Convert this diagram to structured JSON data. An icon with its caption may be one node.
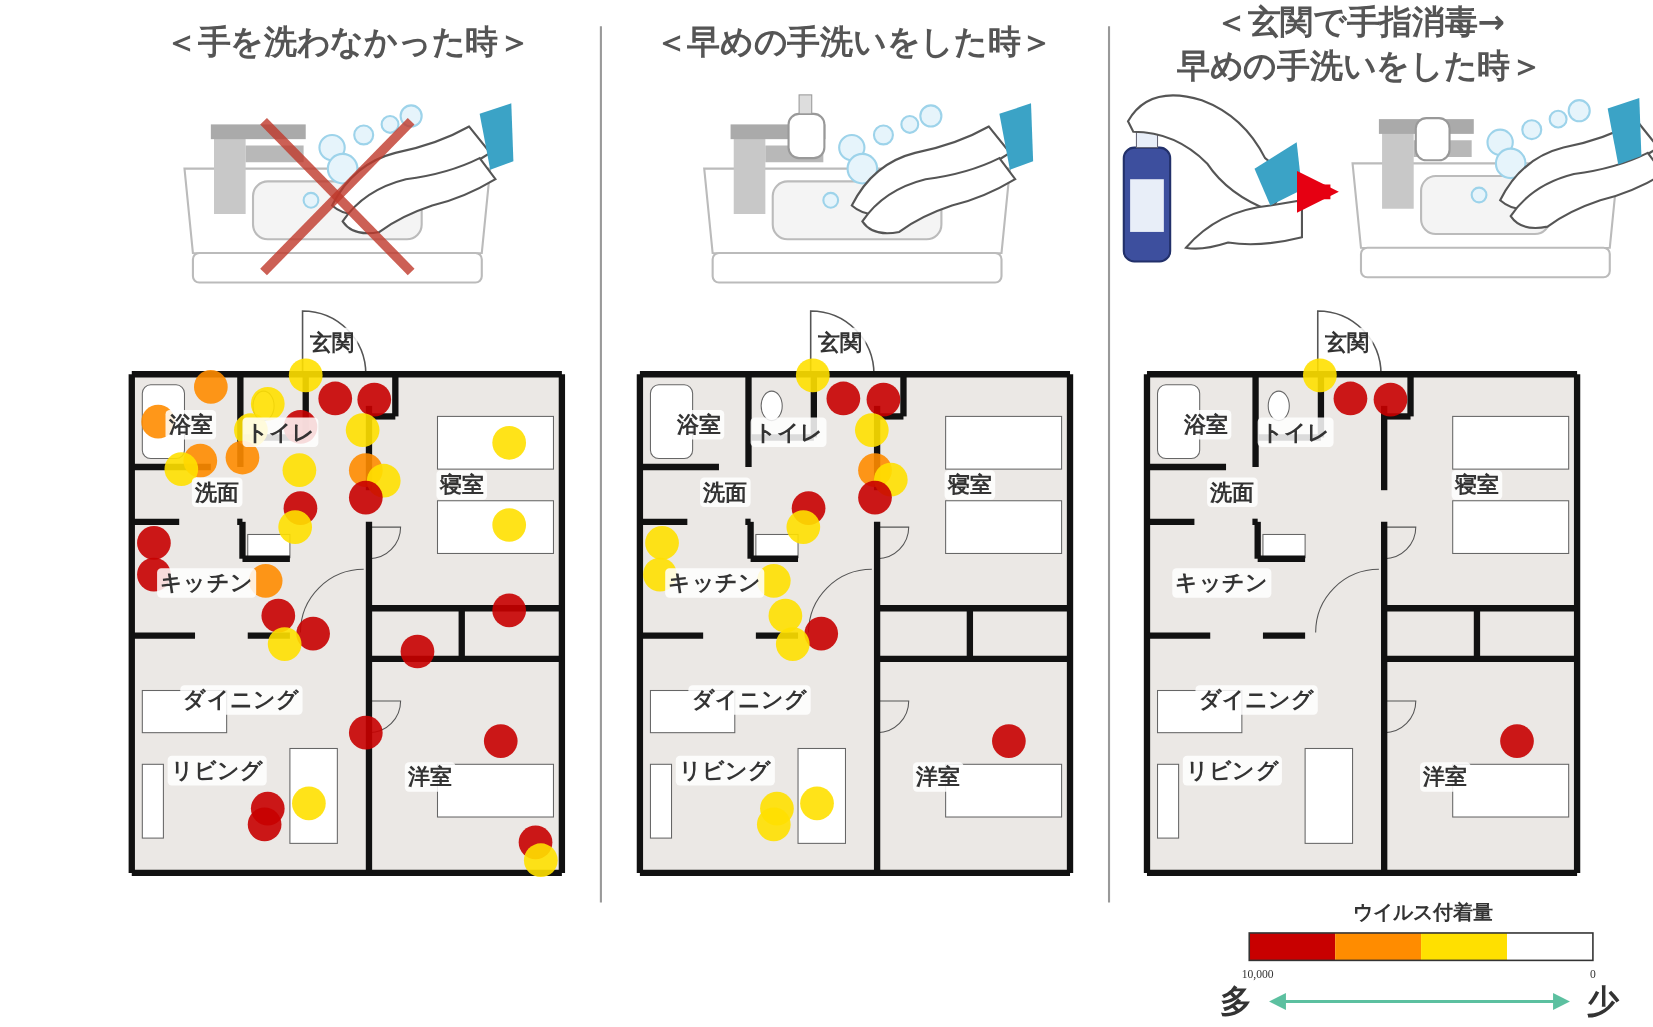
{
  "diagram": {
    "nodes": [
      {
        "text": [],
        "shape": "picture"
      },
      {
        "text": [],
        "shape": "picture"
      },
      {
        "text": [
          "多"
        ]
      },
      {
        "text": [
          "少"
        ]
      }
    ],
    "edges": [
      {
        "from": 0,
        "to": 1,
        "arrow": "to",
        "style": "thick",
        "color": "#e60012"
      },
      {
        "from": 2,
        "to": 3,
        "arrow": "both",
        "color": "#5cc0a0"
      }
    ],
    "labels": [
      "＜手を洗わなかった時＞",
      "＜早めの手洗いをした時＞",
      "＜玄関で手指消毒→早めの手洗いをした時＞",
      "玄関",
      "浴室",
      "トイレ",
      "洗面",
      "寝室",
      "キッチン",
      "ダイニング",
      "リビング",
      "洋室",
      "玄関",
      "浴室",
      "トイレ",
      "洗面",
      "寝室",
      "キッチン",
      "ダイニング",
      "リビング",
      "洋室",
      "玄関",
      "浴室",
      "トイレ",
      "洗面",
      "寝室",
      "キッチン",
      "ダイニング",
      "リビング",
      "洋室",
      "ウイルス付着量",
      "10,000",
      "0"
    ]
  }
}
